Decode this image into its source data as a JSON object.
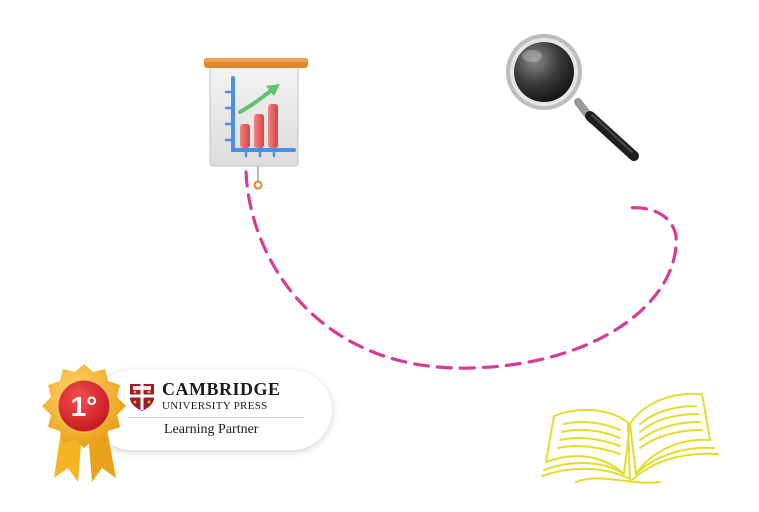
{
  "badge": {
    "rank": "1°",
    "brand_name": "CAMBRIDGE",
    "brand_sub": "UNIVERSITY PRESS",
    "partner_label": "Learning Partner"
  },
  "colors": {
    "path": "#d63c94",
    "book": "#e4dc2a",
    "medal_red": "#e3262b",
    "medal_gold": "#f5b523",
    "crest_red": "#9e1b32",
    "board_frame": "#e0872b"
  },
  "icons": {
    "chart": "presentation-chart-icon",
    "magnifier": "magnifying-glass-icon",
    "book": "open-book-icon",
    "medal": "medal-icon",
    "crest": "crest-icon"
  }
}
